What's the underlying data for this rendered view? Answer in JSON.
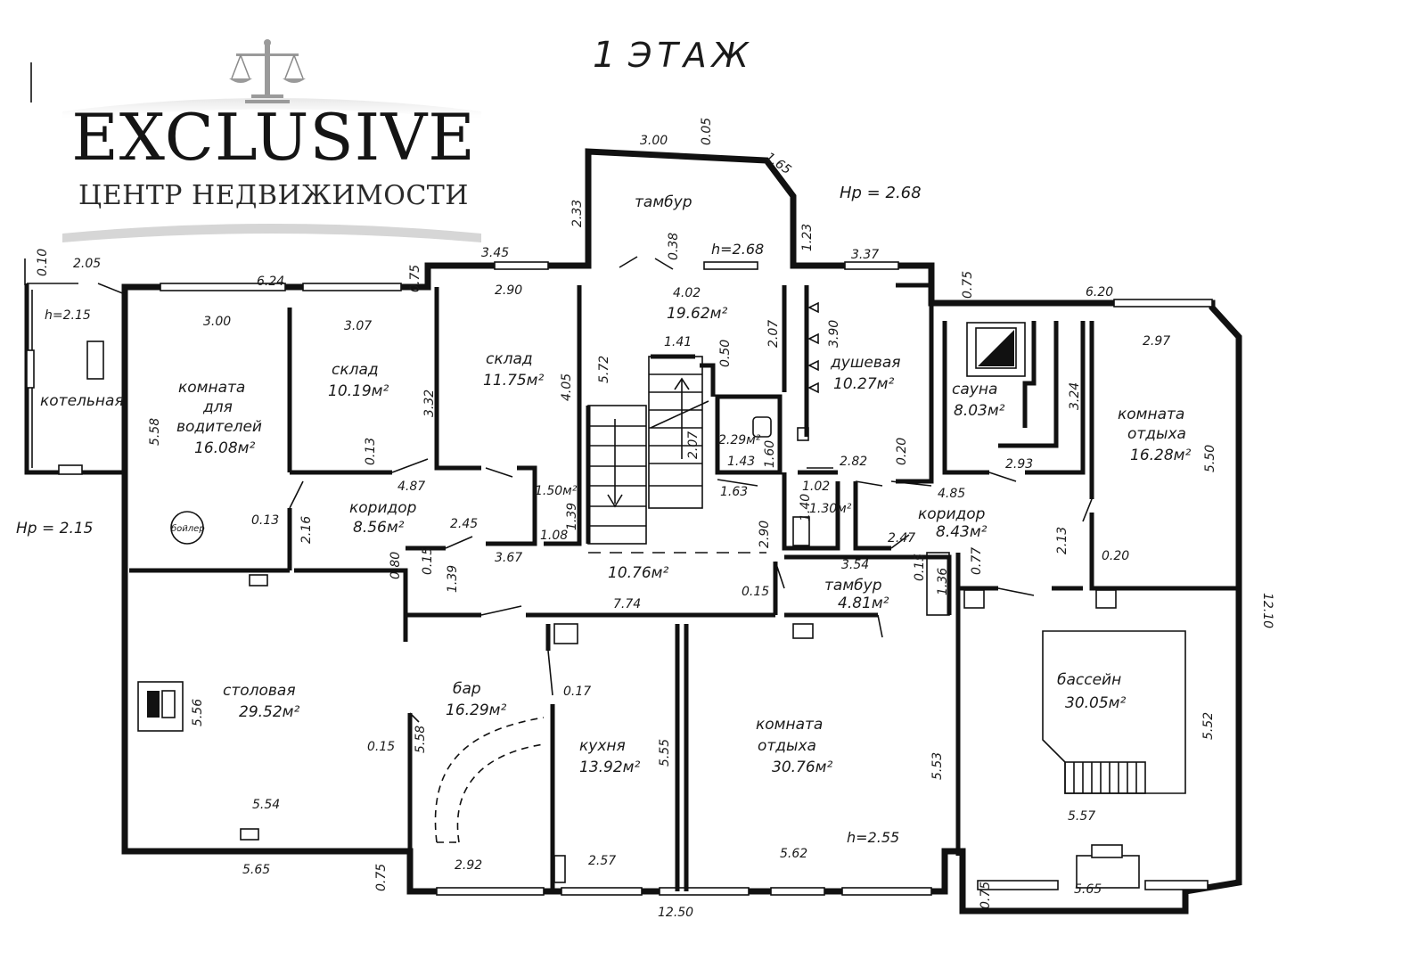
{
  "title": "ЭТАЖ",
  "title_number": "1",
  "logo": {
    "icon": "scales-of-justice-icon",
    "main": "EXCLUSIVE",
    "sub": "ЦЕНТР НЕДВИЖИМОСТИ"
  },
  "heights": {
    "main": "Hp = 2.68",
    "left": "Hp = 2.15",
    "tambur": "h=2.68",
    "boiler": "h=2.15",
    "rest_hall": "h=2.55"
  },
  "rooms": {
    "boiler": "котельная",
    "drivers_1": "комната",
    "drivers_2": "для",
    "drivers_3": "водителей",
    "drivers_area": "16.08м²",
    "boiler_unit": "бойлер",
    "store1": "склад",
    "store1_area": "10.19м²",
    "store2": "склад",
    "store2_area": "11.75м²",
    "tambur_top": "тамбур",
    "hall_area": "19.62м²",
    "shower": "душевая",
    "shower_area": "10.27м²",
    "sauna": "сауна",
    "sauna_area": "8.03м²",
    "rest1_1": "комната",
    "rest1_2": "отдыха",
    "rest1_area": "16.28м²",
    "corr1": "коридор",
    "corr1_area": "8.56м²",
    "corr2": "коридор",
    "corr2_area": "8.43м²",
    "wc1_area": "2.29м²",
    "wc2_area": "1.30м²",
    "stair_area": "1.50м²",
    "central_area": "10.76м²",
    "tambur2": "тамбур",
    "tambur2_area": "4.81м²",
    "dining": "столовая",
    "dining_area": "29.52м²",
    "bar": "бар",
    "bar_area": "16.29м²",
    "kitchen": "кухня",
    "kitchen_area": "13.92м²",
    "rest2_1": "комната",
    "rest2_2": "отдыха",
    "rest2_area": "30.76м²",
    "pool": "бассейн",
    "pool_area": "30.05м²"
  },
  "dims": {
    "d_300_top": "3.00",
    "d_005": "0.05",
    "d_165": "1.65",
    "d_233": "2.33",
    "d_038": "0.38",
    "d_123": "1.23",
    "d_345": "3.45",
    "d_337": "3.37",
    "d_075_a": "0.75",
    "d_075_b": "0.75",
    "d_010": "0.10",
    "d_205": "2.05",
    "d_624": "6.24",
    "d_620": "6.20",
    "d_290": "2.90",
    "d_402": "4.02",
    "d_300_l": "3.00",
    "d_307": "3.07",
    "d_297": "2.97",
    "d_141": "1.41",
    "d_050": "0.50",
    "d_207": "2.07",
    "d_390": "3.90",
    "d_572": "5.72",
    "d_405": "4.05",
    "d_332": "3.32",
    "d_558_l": "5.58",
    "d_324": "3.24",
    "d_550": "5.50",
    "d_013": "0.13",
    "d_207b": "2.07",
    "d_143": "1.43",
    "d_160": "1.60",
    "d_282": "2.82",
    "d_020": "0.20",
    "d_293": "2.93",
    "d_487": "4.87",
    "d_485": "4.85",
    "d_139": "1.39",
    "d_108": "1.08",
    "d_163": "1.63",
    "d_102": "1.02",
    "d_140": "1.40",
    "d_013b": "0.13",
    "d_216": "2.16",
    "d_245": "2.45",
    "d_247": "2.47",
    "d_213": "2.13",
    "d_020b": "0.20",
    "d_080": "0.80",
    "d_015": "0.15",
    "d_139b": "1.39",
    "d_367": "3.67",
    "d_290b": "2.90",
    "d_354": "3.54",
    "d_015b": "0.15",
    "d_136": "1.36",
    "d_077": "0.77",
    "d_1210": "12.10",
    "d_774": "7.74",
    "d_015c": "0.15",
    "d_556": "5.56",
    "d_017": "0.17",
    "d_558": "5.58",
    "d_015d": "0.15",
    "d_555": "5.55",
    "d_553": "5.53",
    "d_552": "5.52",
    "d_554": "5.54",
    "d_557": "5.57",
    "d_565_l": "5.65",
    "d_292": "2.92",
    "d_257": "2.57",
    "d_562": "5.62",
    "d_565_r": "5.65",
    "d_075_c": "0.75",
    "d_075_d": "0.75",
    "d_1250": "12.50"
  }
}
